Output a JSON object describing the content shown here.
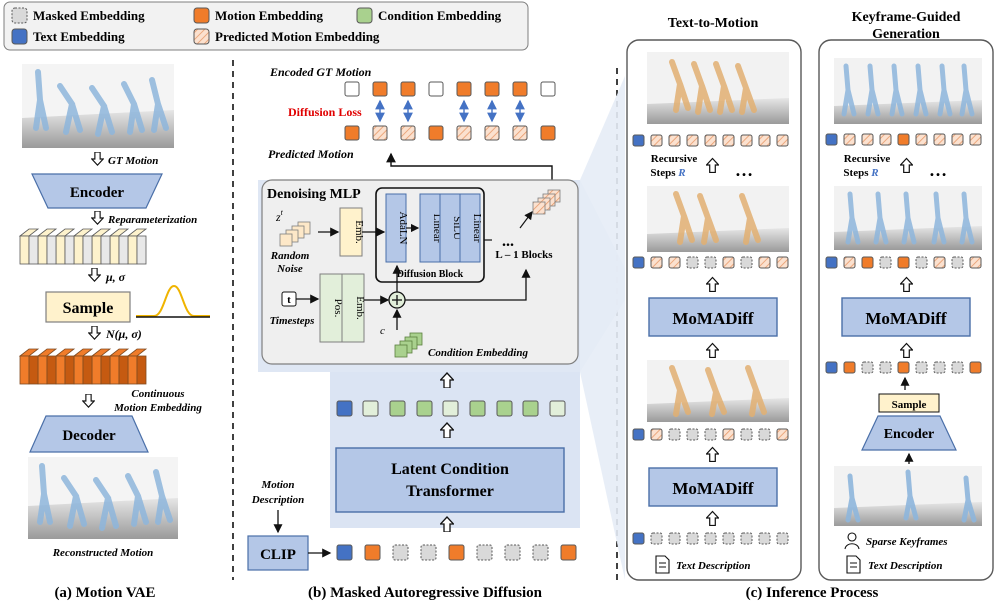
{
  "legend": {
    "masked": "Masked Embedding",
    "motion": "Motion Embedding",
    "condition": "Condition Embedding",
    "text": "Text Embedding",
    "predicted": "Predicted Motion Embedding"
  },
  "vae": {
    "gt_motion": "GT Motion",
    "encoder": "Encoder",
    "reparam": "Reparameterization",
    "mu_sigma": "μ, σ",
    "sample": "Sample",
    "normal": "N(μ, σ)",
    "cont_line1": "Continuous",
    "cont_line2": "Motion Embedding",
    "decoder": "Decoder",
    "recon": "Reconstructed Motion",
    "caption": "(a) Motion VAE"
  },
  "mar": {
    "encoded_gt": "Encoded GT Motion",
    "diffusion_loss": "Diffusion Loss",
    "predicted": "Predicted Motion",
    "mlp_title": "Denoising MLP",
    "zt": "z",
    "zt_sup": "t",
    "random_noise_1": "Random",
    "random_noise_2": "Noise",
    "emb": "Emb.",
    "adaln": "AdaLN",
    "linear": "Linear",
    "silu": "SiLU",
    "diffusion_block": "Diffusion Block",
    "l_blocks": "L – 1 Blocks",
    "dots": "...",
    "t": "t",
    "pos": "Pos.",
    "timesteps": "Timesteps",
    "c": "c",
    "cond_emb": "Condition Embedding",
    "lct_line1": "Latent Condition",
    "lct_line2": "Transformer",
    "motion_desc_1": "Motion",
    "motion_desc_2": "Description",
    "clip": "CLIP",
    "caption": "(b) Masked Autoregressive Diffusion"
  },
  "infer": {
    "t2m_title": "Text-to-Motion",
    "kf_title_1": "Keyframe-Guided",
    "kf_title_2": "Generation",
    "recursive": "Recursive",
    "steps": "Steps",
    "r": "R",
    "dots": "…",
    "momadiff": "MoMADiff",
    "sample": "Sample",
    "encoder": "Encoder",
    "text_desc": "Text Description",
    "sparse_kf": "Sparse Keyframes",
    "caption": "(c) Inference Process"
  },
  "colors": {
    "orange": "#f07c2a",
    "green": "#a9d18e",
    "blue": "#4472c4",
    "peach": "#f8cbad",
    "block": "#b4c7e7",
    "sample": "#fff2cc"
  }
}
